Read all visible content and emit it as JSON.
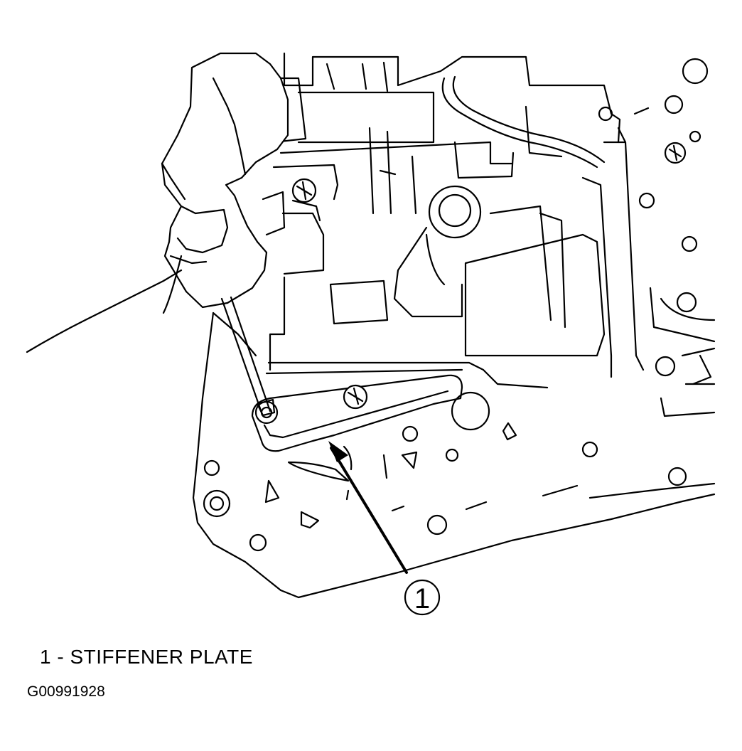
{
  "figure": {
    "callout": {
      "number": "1"
    },
    "legend": [
      {
        "text": "1 - STIFFENER PLATE"
      }
    ],
    "figure_id": "G00991928"
  }
}
